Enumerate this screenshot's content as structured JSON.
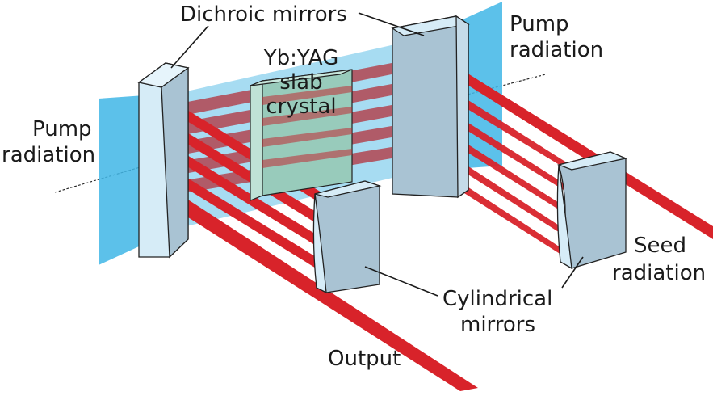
{
  "labels": {
    "dichroic_mirrors": "Dichroic mirrors",
    "crystal_line1": "Yb:YAG",
    "crystal_line2": "slab",
    "crystal_line3": "crystal",
    "pump_right_line1": "Pump",
    "pump_right_line2": "radiation",
    "pump_left_line1": "Pump",
    "pump_left_line2": "radiation",
    "seed_line1": "Seed",
    "seed_line2": "radiation",
    "cylindrical_line1": "Cylindrical",
    "cylindrical_line2": "mirrors",
    "output": "Output"
  },
  "colors": {
    "pump": "#3fb6e6",
    "beam": "#d8232a",
    "crystal": "#98cbbb",
    "mirror_front": "#a9c3d3",
    "mirror_side": "#d6ecf7"
  }
}
